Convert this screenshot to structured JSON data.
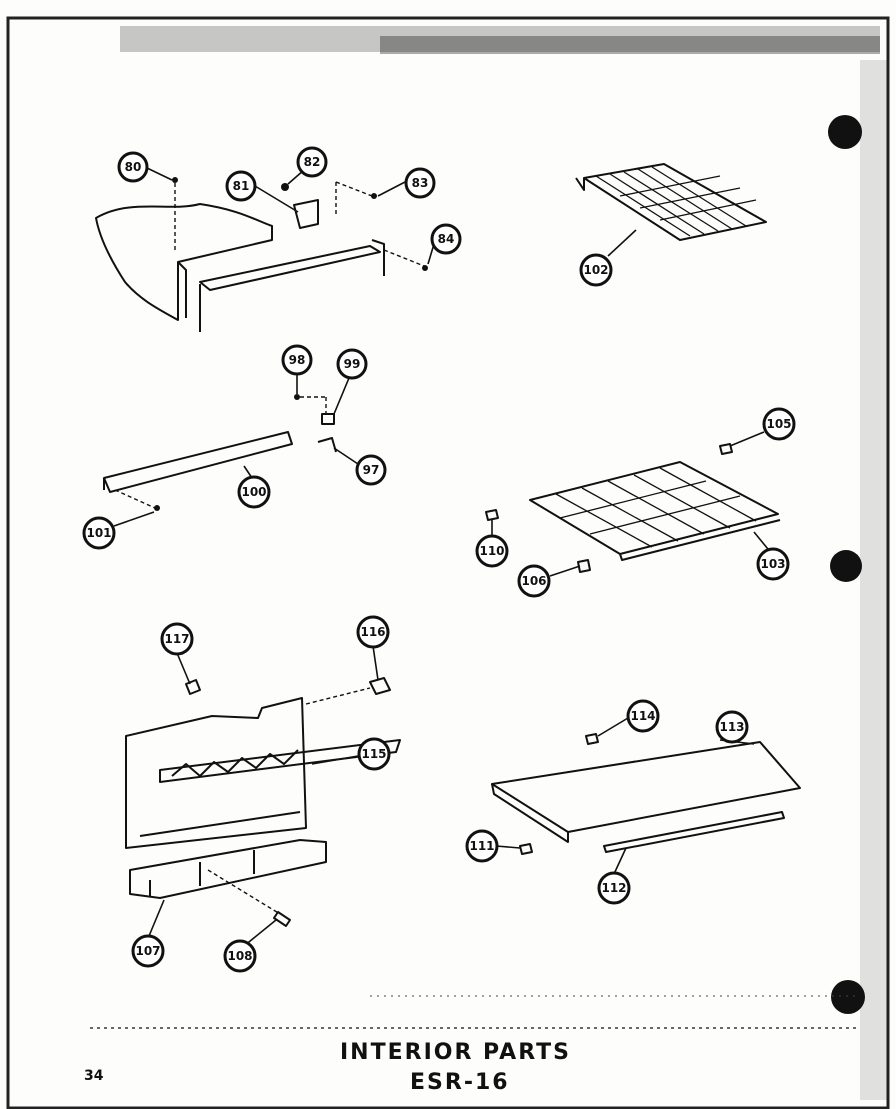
{
  "title": "INTERIOR PARTS",
  "model": "ESR-16",
  "page_number": "34",
  "callouts": [
    "80",
    "81",
    "82",
    "83",
    "84",
    "98",
    "99",
    "97",
    "100",
    "101",
    "102",
    "105",
    "103",
    "110",
    "106",
    "117",
    "116",
    "115",
    "107",
    "108",
    "114",
    "113",
    "111",
    "112"
  ]
}
